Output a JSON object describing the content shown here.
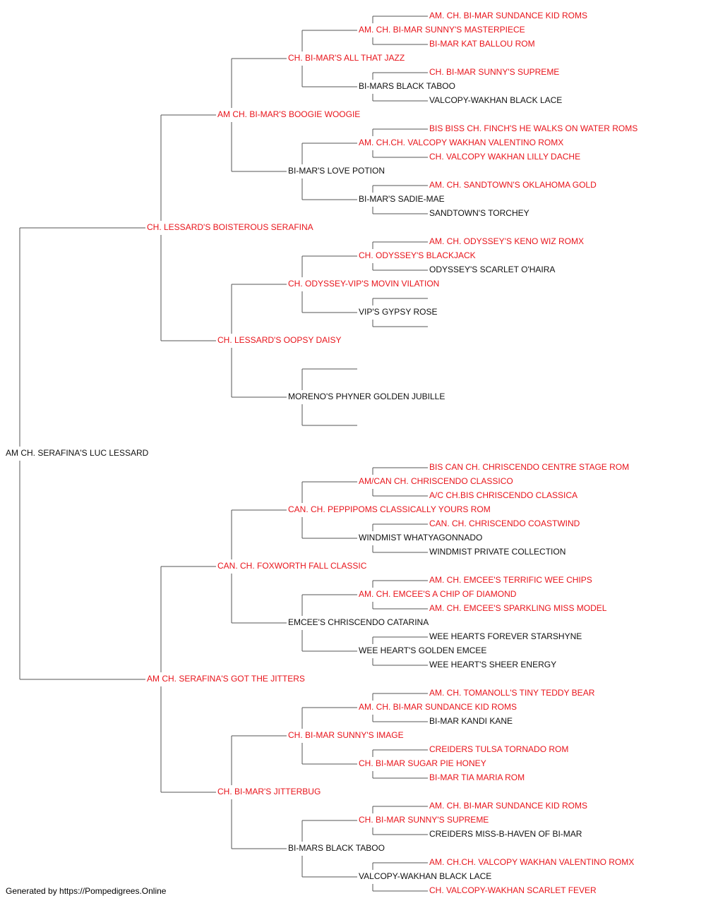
{
  "colors": {
    "champion": "#e8141b",
    "regular": "#111111",
    "connector": "#555555"
  },
  "pedigree": {
    "name": "AM CH. SERAFINA'S LUC LESSARD",
    "champion": false,
    "parents": [
      {
        "name": "CH. LESSARD'S BOISTEROUS SERAFINA",
        "champion": true,
        "parents": [
          {
            "name": "AM CH. BI-MAR'S BOOGIE WOOGIE",
            "champion": true,
            "parents": [
              {
                "name": "CH. BI-MAR'S ALL THAT JAZZ",
                "champion": true,
                "parents": [
                  {
                    "name": "AM. CH. BI-MAR SUNNY'S MASTERPIECE",
                    "champion": true,
                    "parents": [
                      {
                        "name": "AM. CH. BI-MAR SUNDANCE KID ROMS",
                        "champion": true
                      },
                      {
                        "name": "BI-MAR KAT BALLOU ROM",
                        "champion": true
                      }
                    ]
                  },
                  {
                    "name": "BI-MARS BLACK TABOO",
                    "champion": false,
                    "parents": [
                      {
                        "name": "CH. BI-MAR SUNNY'S SUPREME",
                        "champion": true
                      },
                      {
                        "name": "VALCOPY-WAKHAN BLACK LACE",
                        "champion": false
                      }
                    ]
                  }
                ]
              },
              {
                "name": "BI-MAR'S LOVE POTION",
                "champion": false,
                "parents": [
                  {
                    "name": "AM. CH.CH. VALCOPY WAKHAN VALENTINO ROMX",
                    "champion": true,
                    "parents": [
                      {
                        "name": "BIS BISS CH. FINCH'S HE WALKS ON WATER ROMS",
                        "champion": true
                      },
                      {
                        "name": "CH. VALCOPY WAKHAN LILLY DACHE",
                        "champion": true
                      }
                    ]
                  },
                  {
                    "name": "BI-MAR'S SADIE-MAE",
                    "champion": false,
                    "parents": [
                      {
                        "name": "AM. CH. SANDTOWN'S OKLAHOMA GOLD",
                        "champion": true
                      },
                      {
                        "name": "SANDTOWN'S TORCHEY",
                        "champion": false
                      }
                    ]
                  }
                ]
              }
            ]
          },
          {
            "name": "CH. LESSARD'S OOPSY DAISY",
            "champion": true,
            "parents": [
              {
                "name": "CH. ODYSSEY-VIP'S MOVIN VILATION",
                "champion": true,
                "parents": [
                  {
                    "name": "CH. ODYSSEY'S BLACKJACK",
                    "champion": true,
                    "parents": [
                      {
                        "name": "AM. CH. ODYSSEY'S KENO WIZ ROMX",
                        "champion": true
                      },
                      {
                        "name": "ODYSSEY'S SCARLET O'HAIRA",
                        "champion": false
                      }
                    ]
                  },
                  {
                    "name": "VIP'S GYPSY ROSE",
                    "champion": false,
                    "parents": [
                      null,
                      null
                    ]
                  }
                ]
              },
              {
                "name": "MORENO'S PHYNER GOLDEN JUBILLE",
                "champion": false,
                "parents": [
                  null,
                  null
                ]
              }
            ]
          }
        ]
      },
      {
        "name": "AM CH. SERAFINA'S GOT THE JITTERS",
        "champion": true,
        "parents": [
          {
            "name": "CAN. CH. FOXWORTH FALL CLASSIC",
            "champion": true,
            "parents": [
              {
                "name": "CAN. CH. PEPPIPOMS CLASSICALLY YOURS ROM",
                "champion": true,
                "parents": [
                  {
                    "name": "AM/CAN CH. CHRISCENDO CLASSICO",
                    "champion": true,
                    "parents": [
                      {
                        "name": "BIS CAN CH. CHRISCENDO CENTRE STAGE ROM",
                        "champion": true
                      },
                      {
                        "name": "A/C CH.BIS CHRISCENDO CLASSICA",
                        "champion": true
                      }
                    ]
                  },
                  {
                    "name": "WINDMIST WHATYAGONNADO",
                    "champion": false,
                    "parents": [
                      {
                        "name": "CAN. CH. CHRISCENDO COASTWIND",
                        "champion": true
                      },
                      {
                        "name": "WINDMIST PRIVATE COLLECTION",
                        "champion": false
                      }
                    ]
                  }
                ]
              },
              {
                "name": "EMCEE'S CHRISCENDO CATARINA",
                "champion": false,
                "parents": [
                  {
                    "name": "AM. CH. EMCEE'S A CHIP OF DIAMOND",
                    "champion": true,
                    "parents": [
                      {
                        "name": "AM. CH. EMCEE'S TERRIFIC WEE CHIPS",
                        "champion": true
                      },
                      {
                        "name": "AM. CH. EMCEE'S SPARKLING MISS MODEL",
                        "champion": true
                      }
                    ]
                  },
                  {
                    "name": "WEE HEART'S GOLDEN EMCEE",
                    "champion": false,
                    "parents": [
                      {
                        "name": "WEE HEARTS FOREVER STARSHYNE",
                        "champion": false
                      },
                      {
                        "name": "WEE HEART'S SHEER ENERGY",
                        "champion": false
                      }
                    ]
                  }
                ]
              }
            ]
          },
          {
            "name": "CH. BI-MAR'S JITTERBUG",
            "champion": true,
            "parents": [
              {
                "name": "CH. BI-MAR SUNNY'S IMAGE",
                "champion": true,
                "parents": [
                  {
                    "name": "AM. CH. BI-MAR SUNDANCE KID ROMS",
                    "champion": true,
                    "parents": [
                      {
                        "name": "AM. CH. TOMANOLL'S TINY TEDDY BEAR",
                        "champion": true
                      },
                      {
                        "name": "BI-MAR KANDI KANE",
                        "champion": false
                      }
                    ]
                  },
                  {
                    "name": "CH. BI-MAR SUGAR PIE HONEY",
                    "champion": true,
                    "parents": [
                      {
                        "name": "CREIDERS TULSA TORNADO ROM",
                        "champion": true
                      },
                      {
                        "name": "BI-MAR TIA MARIA ROM",
                        "champion": true
                      }
                    ]
                  }
                ]
              },
              {
                "name": "BI-MARS BLACK TABOO",
                "champion": false,
                "parents": [
                  {
                    "name": "CH. BI-MAR SUNNY'S SUPREME",
                    "champion": true,
                    "parents": [
                      {
                        "name": "AM. CH. BI-MAR SUNDANCE KID ROMS",
                        "champion": true
                      },
                      {
                        "name": "CREIDERS MISS-B-HAVEN OF BI-MAR",
                        "champion": false
                      }
                    ]
                  },
                  {
                    "name": "VALCOPY-WAKHAN BLACK LACE",
                    "champion": false,
                    "parents": [
                      {
                        "name": "AM. CH.CH. VALCOPY WAKHAN VALENTINO ROMX",
                        "champion": true
                      },
                      {
                        "name": "CH. VALCOPY-WAKHAN SCARLET FEVER",
                        "champion": true
                      }
                    ]
                  }
                ]
              }
            ]
          }
        ]
      }
    ]
  },
  "footer": {
    "text": "Generated by https://Pompedigrees.Online"
  }
}
